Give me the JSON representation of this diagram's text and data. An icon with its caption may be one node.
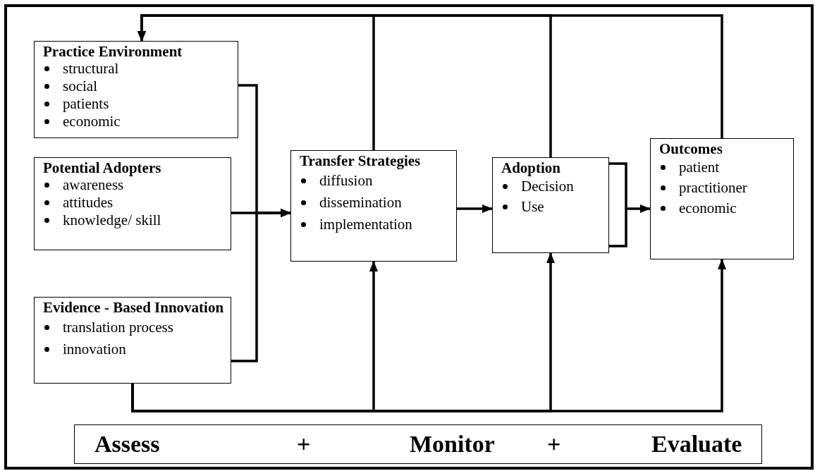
{
  "diagram": {
    "nodes": [
      {
        "text": [
          "Practice Environment",
          "structural",
          "social",
          "patients",
          "economic"
        ]
      },
      {
        "text": [
          "Potential  Adopters",
          "awareness",
          "attitudes",
          "knowledge/ skill"
        ]
      },
      {
        "text": [
          "Evidence - Based Innovation",
          "translation process",
          "innovation"
        ]
      },
      {
        "text": [
          "Transfer Strategies",
          "diffusion",
          "dissemination",
          "implementation"
        ]
      },
      {
        "text": [
          "Adoption",
          "Decision",
          "Use"
        ]
      },
      {
        "text": [
          "Outcomes",
          "patient",
          "practitioner",
          "economic"
        ]
      },
      {
        "text": [
          "Assess",
          "+",
          "Monitor",
          "+",
          "Evaluate"
        ]
      }
    ],
    "edges": [
      {
        "from": 0,
        "to": 3,
        "arrow": "to"
      },
      {
        "from": 1,
        "to": 3,
        "arrow": "to"
      },
      {
        "from": 2,
        "to": 3,
        "arrow": "to"
      },
      {
        "from": 3,
        "to": 4,
        "arrow": "to"
      },
      {
        "from": 4,
        "to": 5,
        "arrow": "to"
      },
      {
        "from": 3,
        "to": 0,
        "arrow": "to"
      },
      {
        "from": 4,
        "to": 0,
        "arrow": "to"
      },
      {
        "from": 5,
        "to": 0,
        "arrow": "to"
      },
      {
        "from": 2,
        "to": 3,
        "arrow": "to"
      },
      {
        "from": 2,
        "to": 4,
        "arrow": "to"
      },
      {
        "from": 2,
        "to": 5,
        "arrow": "to"
      }
    ]
  }
}
